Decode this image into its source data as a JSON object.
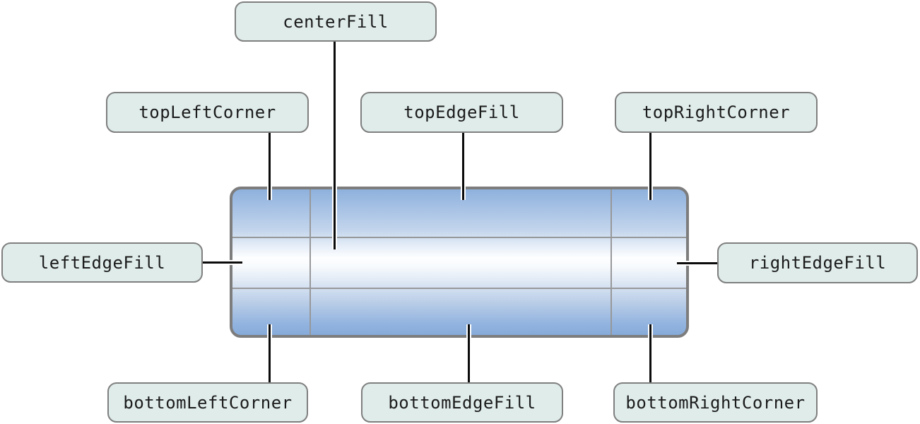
{
  "labels": {
    "center_fill": "centerFill",
    "top_left_corner": "topLeftCorner",
    "top_edge_fill": "topEdgeFill",
    "top_right_corner": "topRightCorner",
    "left_edge_fill": "leftEdgeFill",
    "right_edge_fill": "rightEdgeFill",
    "bottom_left_corner": "bottomLeftCorner",
    "bottom_edge_fill": "bottomEdgeFill",
    "bottom_right_corner": "bottomRightCorner"
  },
  "colors": {
    "label_bg": "#dfecea",
    "label_border": "#7f7f7f",
    "rect_border": "#7d7d7d",
    "grid_line": "#97989a",
    "line_core": "#0b0b0b",
    "gradient_top": "#8eb1dc",
    "gradient_middle": "#fdfeff",
    "gradient_bottom": "#86abda"
  }
}
